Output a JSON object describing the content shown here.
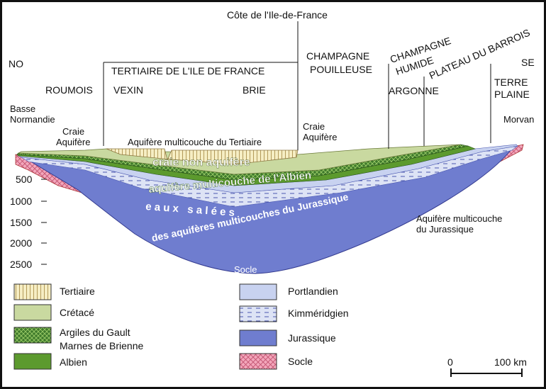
{
  "orientation": {
    "nw": "NO",
    "se": "SE"
  },
  "top_label": "Côte de l'Ile-de-France",
  "regions": {
    "tertiaire_idf": "TERTIAIRE DE L'ILE DE FRANCE",
    "champagne_pouilleuse_1": "CHAMPAGNE",
    "champagne_pouilleuse_2": "POUILLEUSE",
    "champagne_humide_1": "CHAMPAGNE",
    "champagne_humide_2": "HUMIDE",
    "plateau_barrois": "PLATEAU DU BARROIS",
    "roumois": "ROUMOIS",
    "vexin": "VEXIN",
    "brie": "BRIE",
    "argonne": "ARGONNE",
    "terre_plaine_1": "TERRE",
    "terre_plaine_2": "PLAINE",
    "basse_normandie_1": "Basse",
    "basse_normandie_2": "Normandie",
    "morvan": "Morvan"
  },
  "annotations": {
    "craie_aquifere_w_1": "Craie",
    "craie_aquifere_w_2": "Aquifère",
    "craie_aquifere_e_1": "Craie",
    "craie_aquifere_e_2": "Aquifère",
    "aquifere_tertiaire": "Aquifère multicouche du Tertiaire",
    "craie_non_aquifere": "craie non aquifère",
    "aquifere_albien": "aquifère multicouche de l'Albien",
    "eaux_salees": "e a u x   s a l é e s",
    "aquiferes_jurassique": "des aquifères multicouches du Jurassique",
    "socle": "Socle",
    "aquifere_jurassique_1": "Aquifère multicouche",
    "aquifere_jurassique_2": "du Jurassique"
  },
  "depth_labels": [
    "500",
    "1000",
    "1500",
    "2000",
    "2500"
  ],
  "legend": {
    "left": [
      {
        "label": "Tertiaire",
        "color": "#f6eec4"
      },
      {
        "label": "Crétacé",
        "color": "#c9d9a0"
      },
      {
        "label": "Argiles du Gault",
        "label2": "Marnes de Brienne",
        "color": "#3f7a2c"
      },
      {
        "label": "Albien",
        "color": "#5c9a2e"
      }
    ],
    "right": [
      {
        "label": "Portlandien",
        "color": "#c8d2f0"
      },
      {
        "label": "Kimméridgien",
        "color": "#dde3f5"
      },
      {
        "label": "Jurassique",
        "color": "#6f7dcf"
      },
      {
        "label": "Socle",
        "color": "#f3a6bb"
      }
    ]
  },
  "scale_bar": {
    "start": "0",
    "end": "100 km"
  },
  "colors": {
    "tertiaire": "#f6eec4",
    "cretace": "#c9d9a0",
    "gault": "#3f7a2c",
    "albien": "#5c9a2e",
    "portlandien": "#c8d2f0",
    "kimmeridgien": "#dde3f5",
    "jurassique": "#6f7dcf",
    "socle": "#f3a6bb"
  }
}
